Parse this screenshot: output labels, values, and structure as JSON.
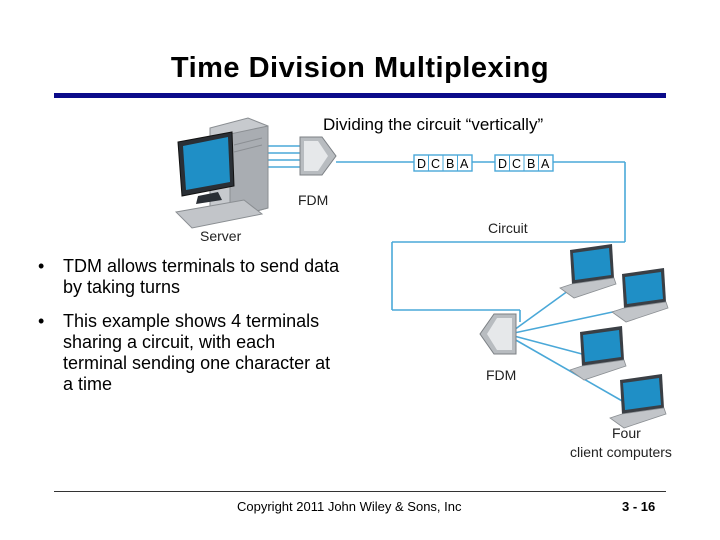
{
  "title": "Time Division Multiplexing",
  "subtitle": "Dividing the circuit “vertically”",
  "bullets": [
    {
      "marker": "•",
      "text": "TDM allows terminals to send data by taking turns"
    },
    {
      "marker": "•",
      "text": "This example shows 4 terminals sharing a circuit, with each terminal sending one character at a time"
    }
  ],
  "diagram": {
    "server_label": "Server",
    "fdm_top_label": "FDM",
    "fdm_bottom_label": "FDM",
    "circuit_label": "Circuit",
    "clients_label_line1": "Four",
    "clients_label_line2": "client computers",
    "frame1": [
      "D",
      "C",
      "B",
      "A"
    ],
    "frame2": [
      "D",
      "C",
      "B",
      "A"
    ]
  },
  "footer": {
    "copyright": "Copyright 2011 John Wiley & Sons, Inc",
    "page": "3 - 16"
  },
  "colors": {
    "title_rule": "#0b0b8a",
    "circuit_line": "#4aa8d8",
    "laptop_screen": "#1f8fc6",
    "device_gray": "#b8bcc0"
  }
}
